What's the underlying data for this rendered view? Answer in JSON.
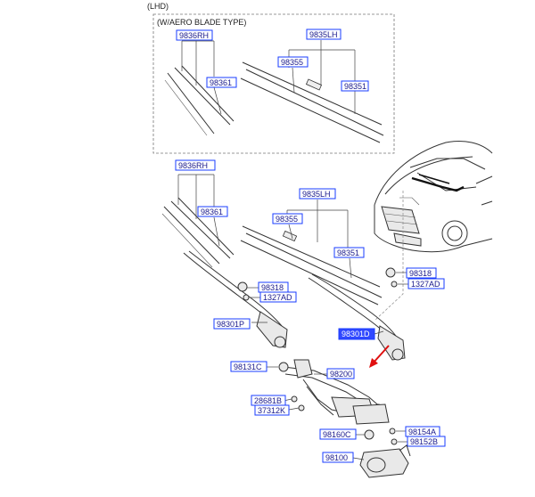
{
  "header": {
    "lhd": "(LHD)",
    "aero_title": "(W/AERO BLADE TYPE)"
  },
  "labels": {
    "aero_9836rh": "9836RH",
    "aero_9835lh": "9835LH",
    "aero_98355": "98355",
    "aero_98361": "98361",
    "aero_98351": "98351",
    "l_9836rh": "9836RH",
    "l_98361": "98361",
    "l_9835lh": "9835LH",
    "l_98355": "98355",
    "l_98351": "98351",
    "l_98318_a": "98318",
    "l_1327ad_a": "1327AD",
    "l_98318_b": "98318",
    "l_1327ad_b": "1327AD",
    "l_98301p": "98301P",
    "l_98301d": "98301D",
    "l_98131c": "98131C",
    "l_98200": "98200",
    "l_28681b": "28681B",
    "l_37312k": "37312K",
    "l_98154a": "98154A",
    "l_98160c": "98160C",
    "l_98152b": "98152B",
    "l_98100": "98100"
  },
  "colors": {
    "label_border": "#1a3cff",
    "label_text": "#1a1a8c",
    "highlight": "#3048ff",
    "arrow": "#e01010"
  }
}
